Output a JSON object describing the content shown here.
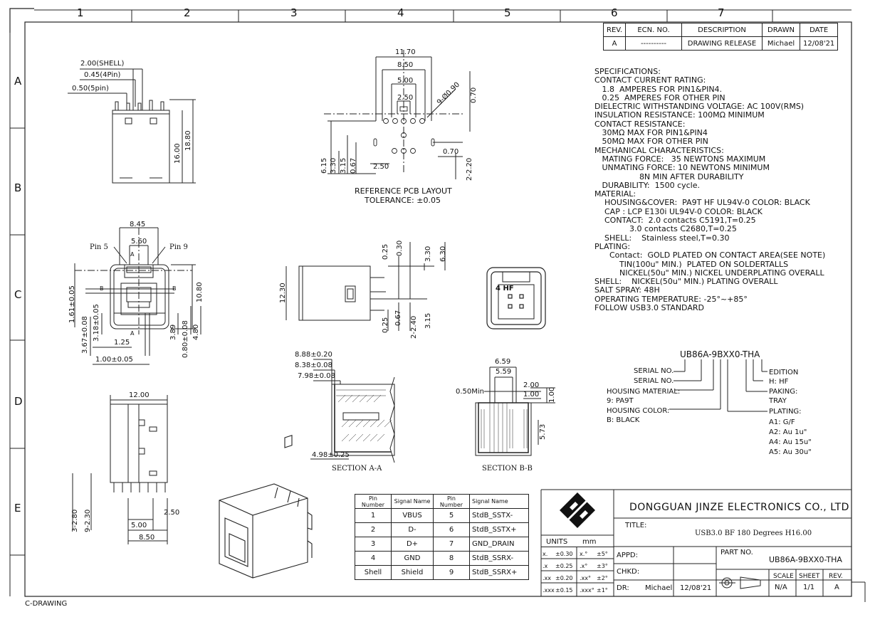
{
  "grid": {
    "cols": [
      "1",
      "2",
      "3",
      "4",
      "5",
      "6",
      "7"
    ],
    "rows": [
      "A",
      "B",
      "C",
      "D",
      "E"
    ]
  },
  "revision_table": {
    "headers": [
      "REV.",
      "ECN. NO.",
      "DESCRIPTION",
      "DRAWN",
      "DATE"
    ],
    "row": [
      "A",
      "----------",
      "DRAWING RELEASE",
      "Michael",
      "12/08'21"
    ]
  },
  "specifications": [
    "SPECIFICATIONS:",
    "CONTACT CURRENT RATING:",
    "   1.8  AMPERES FOR PIN1&PIN4.",
    "   0.25  AMPERES FOR OTHER PIN",
    "DIELECTRIC WITHSTANDING VOLTAGE: AC 100V(RMS)",
    "INSULATION RESISTANCE: 100MΩ MINIMUM",
    "CONTACT RESISTANCE:",
    "   30MΩ MAX FOR PIN1&PIN4",
    "   50MΩ MAX FOR OTHER PIN",
    "MECHANICAL CHARACTERISTICS:",
    "   MATING FORCE:   35 NEWTONS MAXIMUM",
    "   UNMATING FORCE: 10 NEWTONS MINIMUM",
    "                  8N MIN AFTER DURABILITY",
    "   DURABILITY:  1500 cycle.",
    "MATERIAL:",
    "    HOUSING&COVER:  PA9T HF UL94V-0 COLOR: BLACK",
    "    CAP : LCP E130i UL94V-0 COLOR: BLACK",
    "    CONTACT:  2.0 contacts C5191,T=0.25",
    "              3.0 contacts C2680,T=0.25",
    "    SHELL:    Stainless steel,T=0.30",
    "PLATING:",
    "      Contact:  GOLD PLATED ON CONTACT AREA(SEE NOTE)",
    "          TIN(100u\" MIN.)  PLATED ON SOLDERTALLS",
    "          NICKEL(50u\" MIN.) NICKEL UNDERPLATING OVERALL",
    "SHELL:    NICKEL(50u\" MIN.) PLATING OVERALL",
    "SALT SPRAY: 48H",
    "OPERATING TEMPERATURE: -25°~+85°",
    "FOLLOW USB3.0 STANDARD"
  ],
  "part_code": {
    "code": "UB86A-9BXX0-THA",
    "serial_1": "SERIAL NO.",
    "serial_2": "SERIAL NO.",
    "housing_material": "HOUSING MATERIAL:",
    "housing_material_val": "9: PA9T",
    "housing_color": "HOUSING COLOR:",
    "housing_color_val": "B: BLACK",
    "edition": "EDITION",
    "edition_val": "H: HF",
    "paking": "PAKING:",
    "paking_val": "TRAY",
    "plating": "PLATING:",
    "plating_vals": [
      "A1: G/F",
      "A2: Au  1u\"",
      "A4: Au  15u\"",
      "A5: Au  30u\""
    ]
  },
  "pcb_layout": {
    "title": "REFERENCE PCB LAYOUT",
    "tolerance": "TOLERANCE: ±0.05"
  },
  "section_a": "SECTION A-A",
  "section_b": "SECTION B-B",
  "dims": {
    "shell": "2.00(SHELL)",
    "p4": "0.45(4Pin)",
    "p5": "0.50(5pin)",
    "h16": "16.00",
    "h1880": "18.80",
    "d1170": "11.70",
    "d850": "8.50",
    "d500": "5.00",
    "d250": "2.50",
    "dia": "9-Ø0.90",
    "d070a": "0.70",
    "d615": "6.15",
    "d330": "3.30",
    "d315": "3.15",
    "d067": "0.67",
    "d250b": "2.50",
    "d070b": "0.70",
    "d220": "2-2.20",
    "d845": "8.45",
    "d560": "5.60",
    "pin5": "Pin 5",
    "pin9": "Pin 9",
    "d1080": "10.80",
    "d161": "1.61±0.05",
    "d367": "3.67±0.08",
    "d318": "3.18±0.05",
    "d125": "1.25",
    "d100": "1.00±0.05",
    "d389": "3.89",
    "d080": "0.80±0.08",
    "d480": "4.80",
    "s025": "0.25",
    "s030": "0.30",
    "s330": "3.30",
    "s630": "6.30",
    "s1230": "12.30",
    "s025b": "0.25",
    "s067": "0.67",
    "s240": "2-2.40",
    "s315": "3.15",
    "a888": "8.88±0.20",
    "a838": "8.38±0.08",
    "a798": "7.98±0.08",
    "a498": "4.98±0.25",
    "b659": "6.59",
    "b559": "5.59",
    "b050": "0.50Min",
    "b200": "2.00",
    "b100": "1.00",
    "b100v": "1.00",
    "b573": "5.73",
    "d1200": "12.00",
    "d280": "3-2.80",
    "d230": "9-2.30",
    "d250c": "2.50",
    "d500c": "5.00",
    "d850c": "8.50",
    "lblA": "A",
    "lblB": "B"
  },
  "pin_table": {
    "headers": [
      "Pin Number",
      "Signal Name",
      "Pin Number",
      "Signal Name"
    ],
    "rows": [
      [
        "1",
        "VBUS",
        "5",
        "StdB_SSTX-"
      ],
      [
        "2",
        "D-",
        "6",
        "StdB_SSTX+"
      ],
      [
        "3",
        "D+",
        "7",
        "GND_DRAIN"
      ],
      [
        "4",
        "GND",
        "8",
        "StdB_SSRX-"
      ],
      [
        "Shell",
        "Shield",
        "9",
        "StdB_SSRX+"
      ]
    ]
  },
  "title_block": {
    "company": "DONGGUAN JINZE ELECTRONICS CO., LTD",
    "title_label": "TITLE:",
    "title": "USB3.0 BF 180 Degrees H16.00",
    "units": "UNITS",
    "units_val": "mm",
    "tol": [
      [
        "x.",
        "±0.30",
        "x.°",
        "±5°"
      ],
      [
        ".x",
        "±0.25",
        ".x°",
        "±3°"
      ],
      [
        ".xx",
        "±0.20",
        ".xx°",
        "±2°"
      ],
      [
        ".xxx",
        "±0.15",
        ".xxx°",
        "±1°"
      ]
    ],
    "appd": "APPD:",
    "chkd": "CHKD:",
    "dr": "DR:",
    "dr_name": "Michael",
    "dr_date": "12/08'21",
    "part_label": "PART NO.",
    "part_no": "UB86A-9BXX0-THA",
    "scale": "SCALE",
    "sheet": "SHEET",
    "rev": "REV.",
    "scale_val": "N/A",
    "sheet_val": "1/1",
    "rev_val": "A"
  },
  "housing_mark": "4   HF",
  "footer": "C-DRAWING"
}
